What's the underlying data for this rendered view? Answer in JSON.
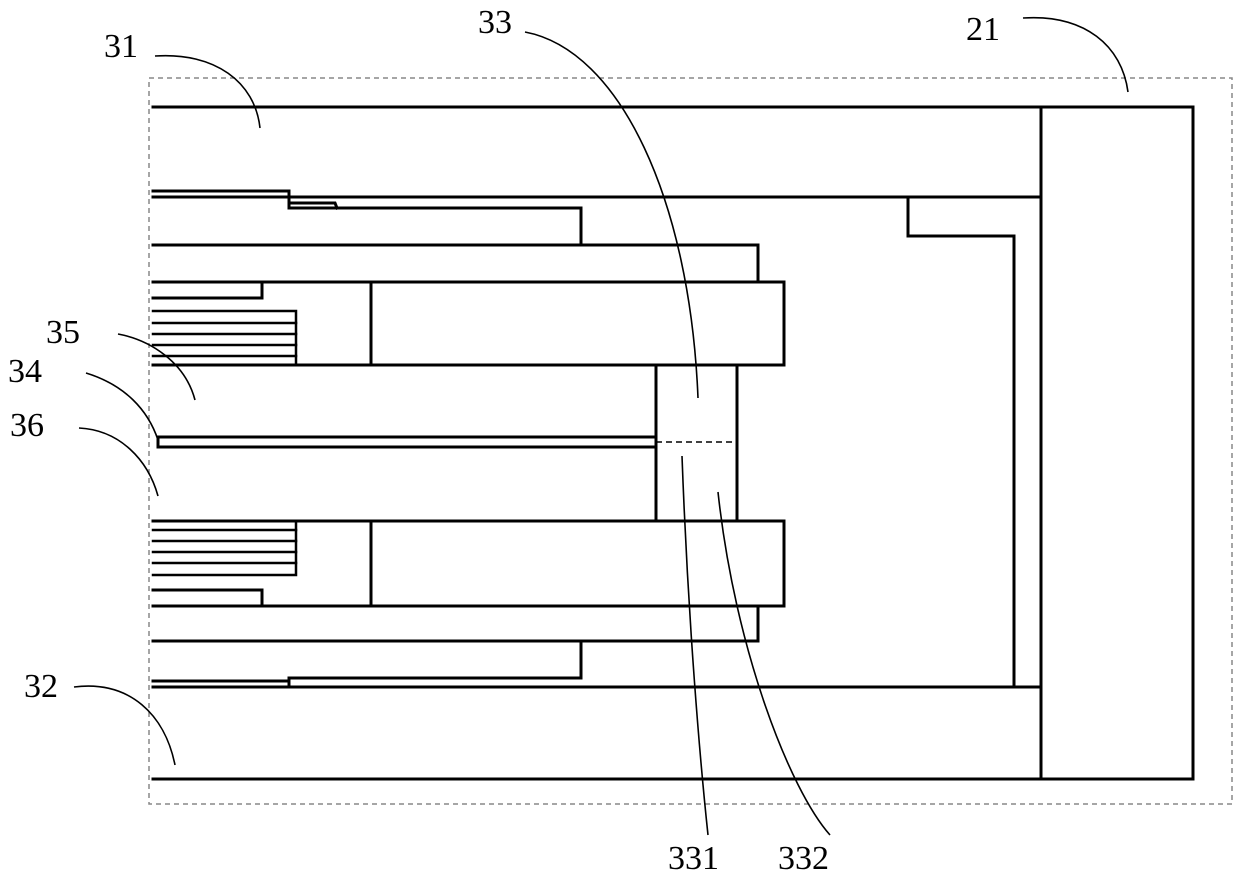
{
  "figure": {
    "labels": {
      "ref_21": "21",
      "ref_31": "31",
      "ref_32": "32",
      "ref_33": "33",
      "ref_34": "34",
      "ref_35": "35",
      "ref_36": "36",
      "ref_331": "331",
      "ref_332": "332"
    },
    "colors": {
      "line": "#000000",
      "dashed_boundary": "#888888",
      "background": "#ffffff"
    }
  }
}
